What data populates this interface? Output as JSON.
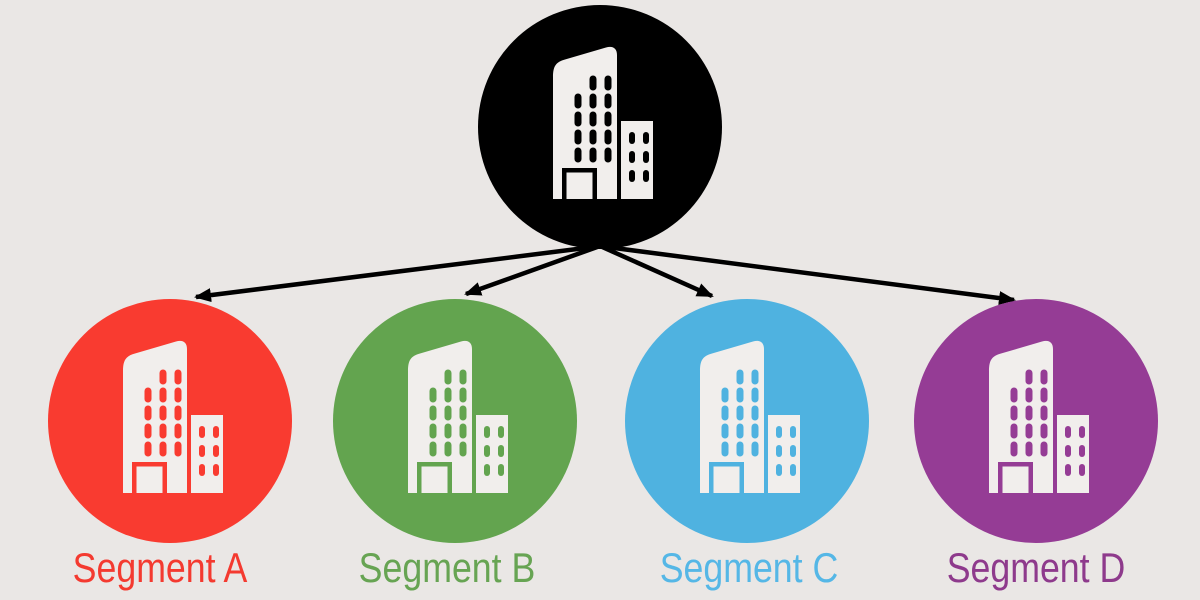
{
  "diagram": {
    "title_hidden": "",
    "background": "#EAE7E5",
    "icon_fill": "#F1EEEC",
    "arrow_color": "#000000",
    "root": {
      "name": "parent-company",
      "icon": "building-icon",
      "color": "#000000"
    },
    "segments": [
      {
        "label": "Segment A",
        "icon": "building-icon",
        "color": "#F93B30",
        "text_color": "#F43A30"
      },
      {
        "label": "Segment B",
        "icon": "building-icon",
        "color": "#63A44F",
        "text_color": "#67A453"
      },
      {
        "label": "Segment C",
        "icon": "building-icon",
        "color": "#4FB2E0",
        "text_color": "#55B7E6"
      },
      {
        "label": "Segment D",
        "icon": "building-icon",
        "color": "#953C95",
        "text_color": "#8E3A8C"
      }
    ]
  }
}
